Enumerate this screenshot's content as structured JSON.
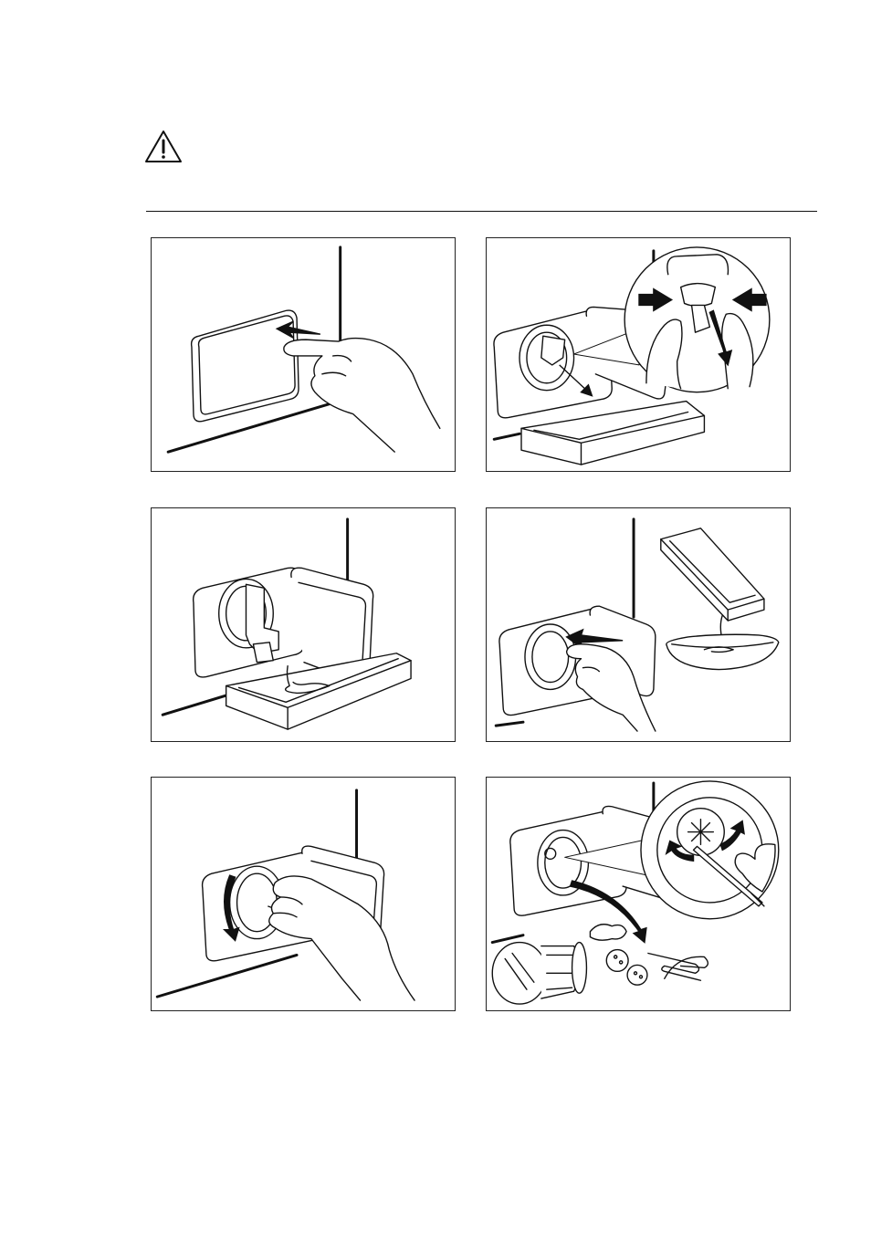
{
  "document": {
    "warning_icon": "warning-triangle-icon",
    "figures": [
      {
        "id": "fig-1",
        "icon": "open-filter-flap-illustration"
      },
      {
        "id": "fig-2",
        "icon": "pull-emergency-drain-hose-illustration"
      },
      {
        "id": "fig-3",
        "icon": "drain-water-into-tray-illustration"
      },
      {
        "id": "fig-4",
        "icon": "close-hose-empty-tray-illustration"
      },
      {
        "id": "fig-5",
        "icon": "unscrew-filter-illustration"
      },
      {
        "id": "fig-6",
        "icon": "remove-debris-from-filter-illustration"
      }
    ]
  }
}
